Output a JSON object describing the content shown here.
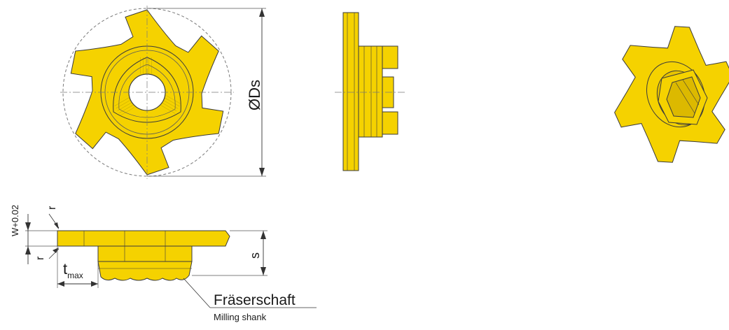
{
  "labels": {
    "diameter": "ØDs",
    "width_tol": "W+0.02",
    "radius_top": "r",
    "radius_bottom": "r",
    "t_max_t": "t",
    "t_max_sub": "max",
    "s": "s",
    "shank_de": "Fräserschaft",
    "shank_en": "Milling shank"
  },
  "colors": {
    "insert_yellow": "#f5d200",
    "outline": "#3b3b3b",
    "dashed": "#7a7a7a"
  }
}
